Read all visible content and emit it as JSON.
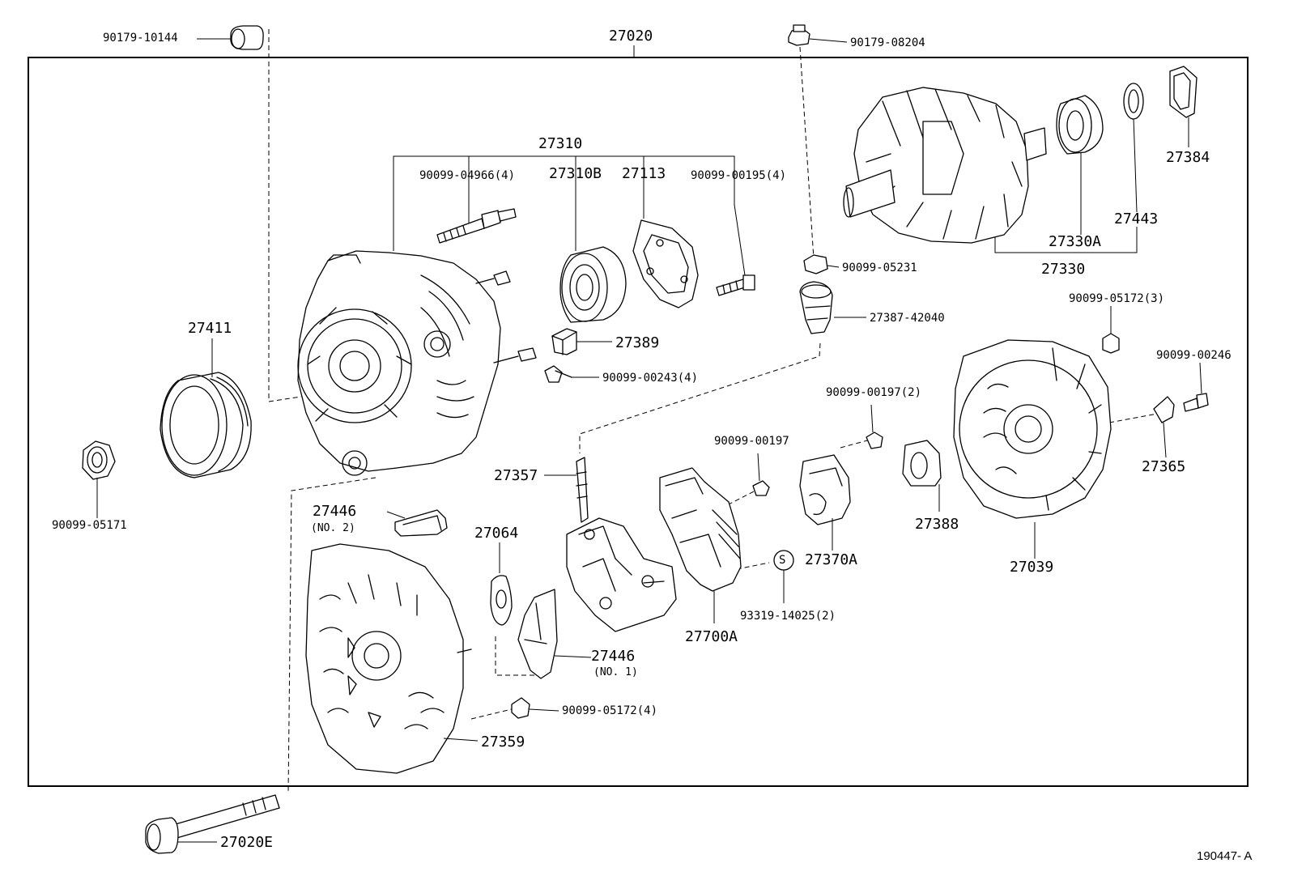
{
  "diagram": {
    "assembly_number": "27020",
    "reference_code": "190447- A",
    "parts": {
      "p90179_10144": "90179-10144",
      "p90179_08204": "90179-08204",
      "p27310": "27310",
      "p90099_04966": "90099-04966(4)",
      "p27310B": "27310B",
      "p27113": "27113",
      "p90099_00195": "90099-00195(4)",
      "p27384": "27384",
      "p27443": "27443",
      "p27330A": "27330A",
      "p27330": "27330",
      "p90099_05231": "90099-05231",
      "p27387_42040": "27387-42040",
      "p27389": "27389",
      "p90099_00243": "90099-00243(4)",
      "p27411": "27411",
      "p90099_05172_3": "90099-05172(3)",
      "p90099_00246": "90099-00246",
      "p90099_00197_2": "90099-00197(2)",
      "p90099_00197": "90099-00197",
      "p27365": "27365",
      "p27357": "27357",
      "p27446_no2": "27446",
      "p27446_no2_sub": "(NO. 2)",
      "p27064": "27064",
      "p27388": "27388",
      "p27370A": "27370A",
      "p27039": "27039",
      "p90099_05171": "90099-05171",
      "s_symbol": "S",
      "p93319_14025": "93319-14025(2)",
      "p27700A": "27700A",
      "p27446_no1": "27446",
      "p27446_no1_sub": "(NO. 1)",
      "p90099_05172_4": "90099-05172(4)",
      "p27359": "27359",
      "p27020E": "27020E"
    }
  }
}
